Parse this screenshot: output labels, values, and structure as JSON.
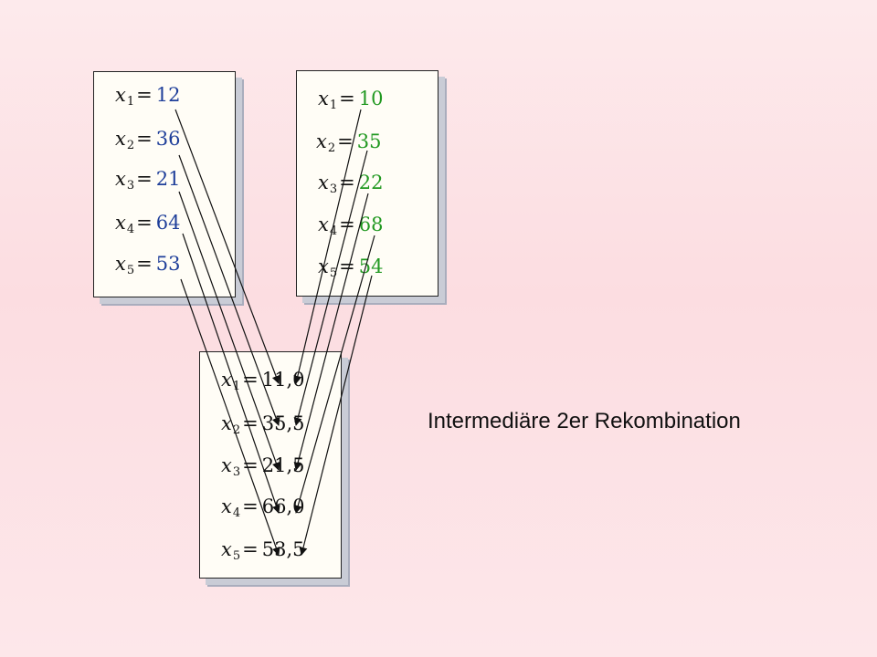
{
  "parent_a": {
    "color": "#1f3f9a",
    "genes": [
      {
        "var": "x",
        "index": "1",
        "value": "12"
      },
      {
        "var": "x",
        "index": "2",
        "value": "36"
      },
      {
        "var": "x",
        "index": "3",
        "value": "21"
      },
      {
        "var": "x",
        "index": "4",
        "value": "64"
      },
      {
        "var": "x",
        "index": "5",
        "value": "53"
      }
    ]
  },
  "parent_b": {
    "color": "#229922",
    "genes": [
      {
        "var": "x",
        "index": "1",
        "value": "10"
      },
      {
        "var": "x",
        "index": "2",
        "value": "35"
      },
      {
        "var": "x",
        "index": "3",
        "value": "22"
      },
      {
        "var": "x",
        "index": "4",
        "value": "68"
      },
      {
        "var": "x",
        "index": "5",
        "value": "54"
      }
    ]
  },
  "child": {
    "color": "#111111",
    "genes": [
      {
        "var": "x",
        "index": "1",
        "value": "11,0"
      },
      {
        "var": "x",
        "index": "2",
        "value": "35,5"
      },
      {
        "var": "x",
        "index": "3",
        "value": "21,5"
      },
      {
        "var": "x",
        "index": "4",
        "value": "66,0"
      },
      {
        "var": "x",
        "index": "5",
        "value": "53,5"
      }
    ]
  },
  "caption": "Intermediäre 2er Rekombination"
}
